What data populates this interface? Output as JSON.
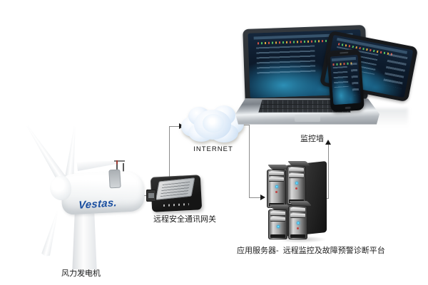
{
  "diagram": {
    "type": "network-topology",
    "nodes": [
      {
        "id": "wind-turbine",
        "label": "风力发电机",
        "brand": "Vestas."
      },
      {
        "id": "gateway",
        "label": "远程安全通讯网关"
      },
      {
        "id": "internet",
        "label": "INTERNET"
      },
      {
        "id": "app-servers",
        "label": "应用服务器-  远程监控及故障预警诊断平台"
      },
      {
        "id": "monitor-wall",
        "label": "监控墙"
      }
    ],
    "connections": [
      {
        "from": "wind-turbine",
        "to": "gateway",
        "arrow": false
      },
      {
        "from": "gateway",
        "to": "internet",
        "arrow": true
      },
      {
        "from": "internet",
        "to": "app-servers",
        "arrow": true
      },
      {
        "from": "app-servers",
        "to": "monitor-wall",
        "arrow": true
      }
    ]
  },
  "colors": {
    "background": "#ffffff",
    "connector_line": "#8c8c8c",
    "arrowhead": "#1a1a1a",
    "label_text": "#1c1c1c",
    "cloud_fill": "#d8e7f7",
    "vestas_blue": "#1b4fa0",
    "gateway_body": "#1f1f1f",
    "server_dark": "#2b2b2b",
    "screen_navy": "#0d1b2c",
    "map_teal": "#2e96be"
  }
}
